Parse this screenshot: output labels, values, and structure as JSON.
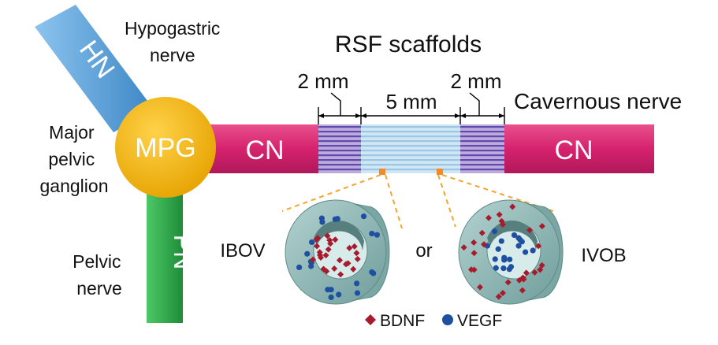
{
  "title": "RSF scaffolds",
  "labels": {
    "hypogastric": [
      "Hypogastric",
      "nerve"
    ],
    "major_pelvic": [
      "Major",
      "pelvic",
      "ganglion"
    ],
    "pelvic": [
      "Pelvic",
      "nerve"
    ],
    "cavernous": "Cavernous nerve",
    "hn": "HN",
    "pn": "PN",
    "mpg": "MPG",
    "cn_left": "CN",
    "cn_right": "CN",
    "dim_left": "2 mm",
    "dim_mid": "5 mm",
    "dim_right": "2 mm",
    "ibov": "IBOV",
    "or": "or",
    "ivob": "IVOB"
  },
  "legend": {
    "bdnf": "BDNF",
    "vegf": "VEGF"
  },
  "colors": {
    "hn": "#5ba3dc",
    "pn": "#2eac4a",
    "mpg": "#f2b400",
    "cn": "#d6226e",
    "scaffold_outer": "#5c4cae",
    "scaffold_mid": "#cfe6f4",
    "tube": "#8fb7b5",
    "bdnf": "#a81b2c",
    "vegf": "#1f4fa0",
    "dashed": "#f4a52a"
  }
}
